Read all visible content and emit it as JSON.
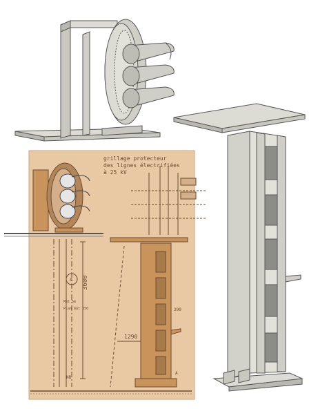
{
  "drawing_labels": {
    "protective_grid_line1": "grillage protecteur",
    "protective_grid_line2": "des lignes électrifiées",
    "protective_grid_line3": "à 25 kV",
    "height_dim": "3600",
    "spacing_dim": "1290",
    "small_dim": "200",
    "circle_marker": "A",
    "level_label": "NB",
    "note_line1": "Mât 5m",
    "note_line2": "Plan mât 850",
    "foot_marker": "A"
  },
  "colors": {
    "model_face": "#dcdcd4",
    "model_shade": "#b9b9b1",
    "model_stroke": "#555555",
    "paper": "#e9c8a4",
    "wood": "#c8945c",
    "ink": "#6b4a30"
  }
}
